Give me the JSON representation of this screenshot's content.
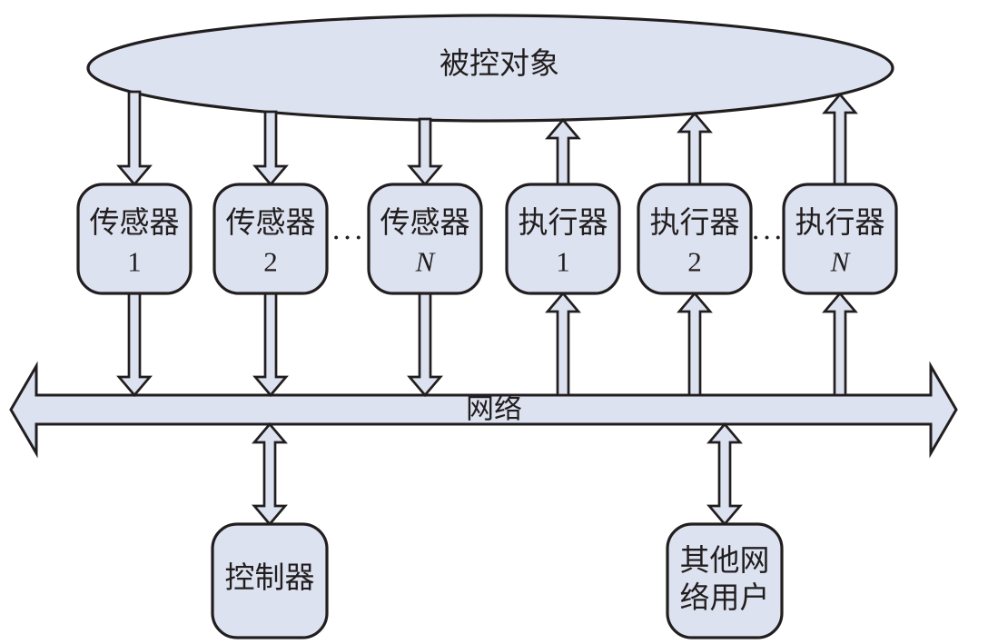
{
  "figure": {
    "plant": {
      "label": "被控对象"
    },
    "network": {
      "label": "网络"
    },
    "sensors": [
      {
        "line1": "传感器",
        "line2": "1"
      },
      {
        "line1": "传感器",
        "line2": "2"
      },
      {
        "line1": "传感器",
        "line2": "N"
      }
    ],
    "actuators": [
      {
        "line1": "执行器",
        "line2": "1"
      },
      {
        "line1": "执行器",
        "line2": "2"
      },
      {
        "line1": "执行器",
        "line2": "N"
      }
    ],
    "controller": {
      "label": "控制器"
    },
    "other_user": {
      "line1": "其他网",
      "line2": "络用户"
    },
    "ellipsis": "···",
    "colors": {
      "background": "#ffffff",
      "node_fill": "#dce2ef",
      "outline": "#221e1f",
      "text": "#221e1f"
    }
  }
}
